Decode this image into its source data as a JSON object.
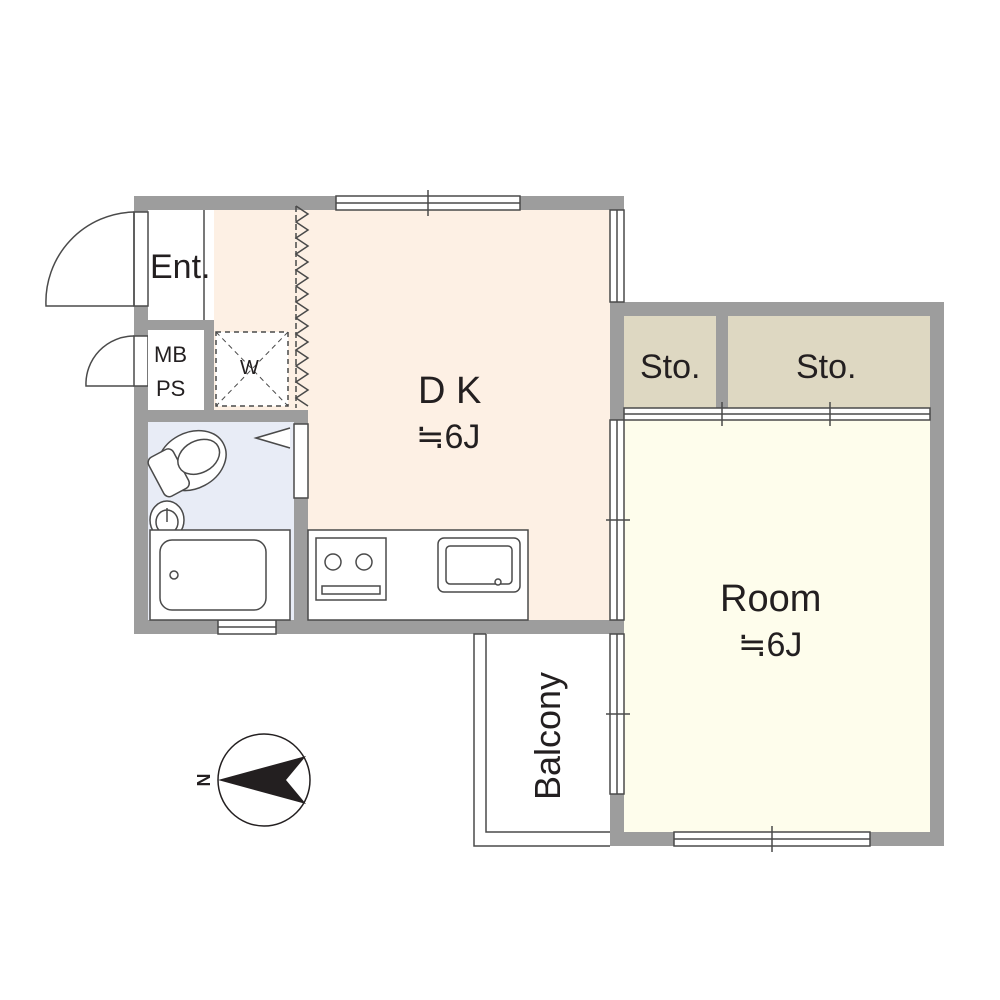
{
  "rooms": {
    "dk": {
      "name": "D K",
      "area": "≒6J",
      "color": "#fdf0e4"
    },
    "room": {
      "name": "Room",
      "area": "≒6J",
      "color": "#fefdec"
    },
    "storage_left": {
      "name": "Sto.",
      "color": "#ded8c2"
    },
    "storage_right": {
      "name": "Sto.",
      "color": "#ded8c2"
    },
    "entrance": {
      "name": "Ent."
    },
    "mb_ps": {
      "line1": "MB",
      "line2": "PS"
    },
    "washer": {
      "name": "W"
    },
    "bath": {
      "color": "#e8ecf6"
    },
    "balcony": {
      "name": "Balcony"
    }
  },
  "compass": {
    "label": "N"
  },
  "colors": {
    "wall": "#9d9d9d",
    "line": "#4a4a4a"
  }
}
